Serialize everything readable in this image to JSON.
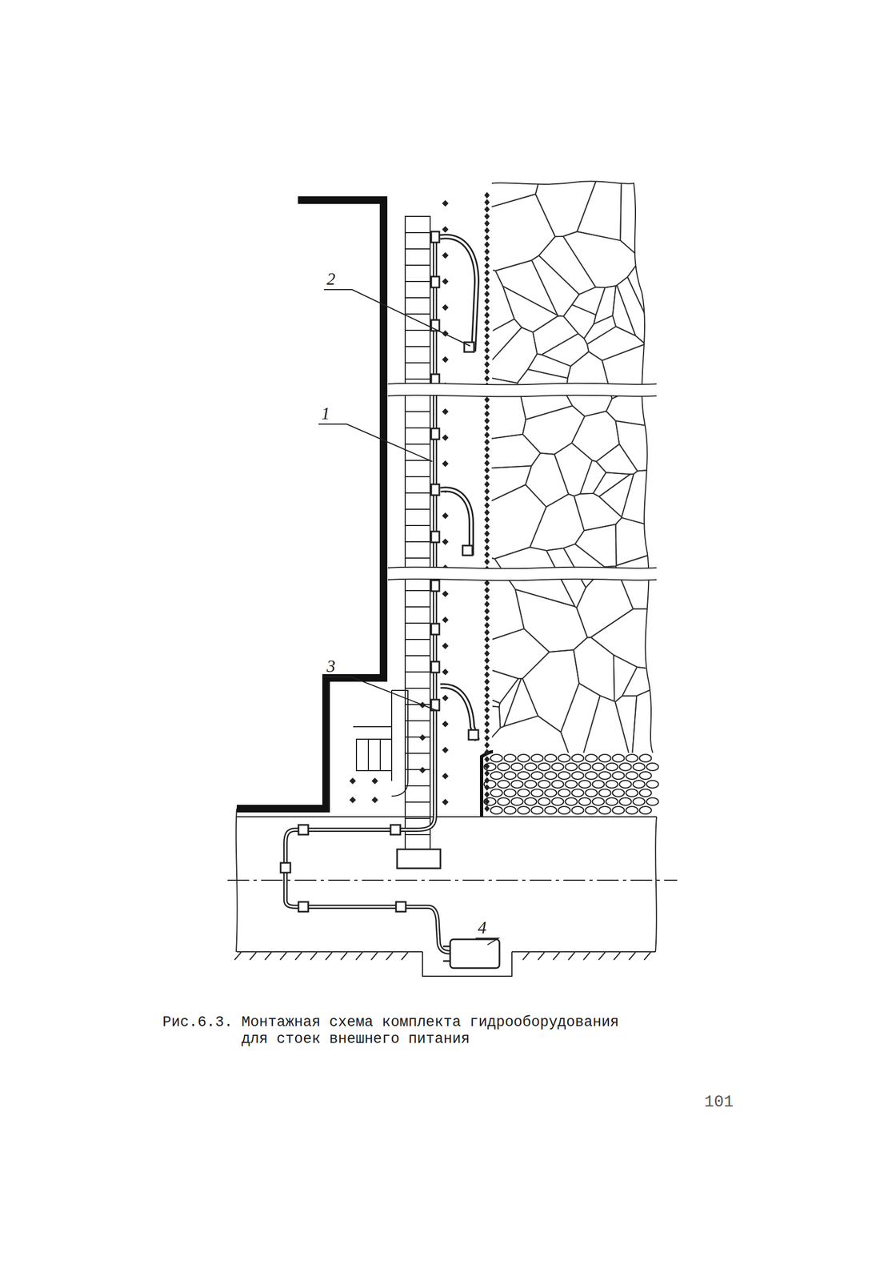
{
  "diagram": {
    "caption": "Рис.6.3. Монтажная схема комплекта гидрооборудования для стоек внешнего питания",
    "labels": [
      "2",
      "1",
      "3",
      "4",
      "101"
    ]
  }
}
